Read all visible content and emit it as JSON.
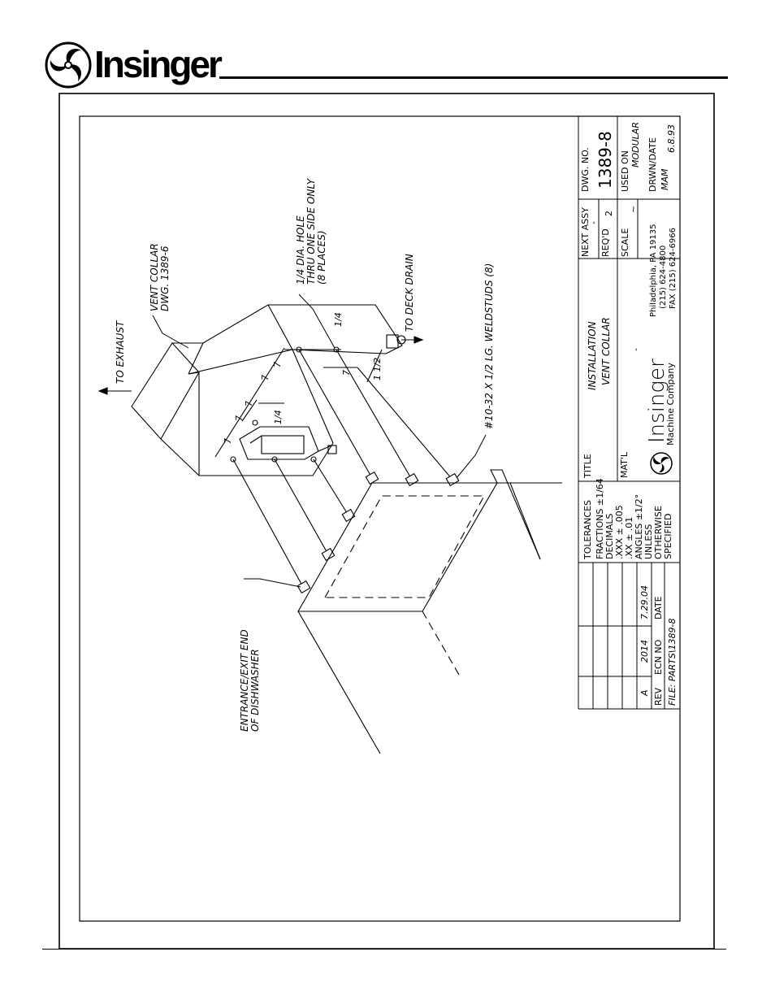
{
  "header": {
    "brand": "Insinger",
    "logo_icon": "insinger-swirl-icon"
  },
  "labels": {
    "to_exhaust": "TO EXHAUST",
    "vent_collar_1": "VENT COLLAR",
    "vent_collar_2": "DWG. 1389-6",
    "hole_1": "1/4 DIA. HOLE",
    "hole_2": "THRU ONE SIDE ONLY",
    "hole_3": "(8 PLACES)",
    "to_deck_drain": "TO DECK DRAIN",
    "weldstuds": "#10-32 X 1/2 LG. WELDSTUDS (8)",
    "entrance_1": "ENTRANCE/EXIT END",
    "entrance_2": "OF DISHWASHER"
  },
  "dimensions": {
    "d1": "7",
    "d2": "7",
    "d3": "7",
    "d4": "7",
    "d5": "7",
    "quarter_a": "1/4",
    "quarter_b": "1/4",
    "one_half": "1 1/2"
  },
  "title_block": {
    "tolerances_title": "TOLERANCES",
    "tol_fractions": "FRACTIONS ±1/64",
    "tol_decimals": "DECIMALS",
    "tol_xxx": ".XXX ± .005",
    "tol_xx": ".XX  ± .01",
    "tol_angles": "ANGLES ±1/2°",
    "tol_unless": "UNLESS",
    "tol_otherwise": "OTHERWISE",
    "tol_specified": "SPECIFIED",
    "title_label": "TITLE",
    "title_line1": "INSTALLATION",
    "title_line2": "VENT COLLAR",
    "matl_label": "MAT'L",
    "matl_value": "-",
    "next_assy_label": "NEXT ASSY",
    "next_assy_value": "-",
    "reqd_label": "REQ'D",
    "reqd_value": "2",
    "scale_label": "SCALE",
    "scale_value": "~",
    "dwg_no_label": "DWG. NO.",
    "dwg_no_value": "1389-8",
    "used_on_label": "USED ON",
    "used_on_value": "MODULAR",
    "drwn_label": "DRWN/DATE",
    "drwn_by": "MAM",
    "drwn_date": "6.8.93",
    "company_name": "Insinger",
    "company_sub": "Machine Company",
    "addr_city": "Philadelphia, PA 19135",
    "addr_phone": "(215) 624-4800",
    "addr_fax": "FAX (215) 624-6966",
    "rev_label": "REV",
    "ecn_label": "ECN NO",
    "date_label": "DATE",
    "rev_value": "A",
    "ecn_value": "2014",
    "date_value": "7.29.04",
    "file_label": "FILE: PARTS\\1389-8"
  }
}
